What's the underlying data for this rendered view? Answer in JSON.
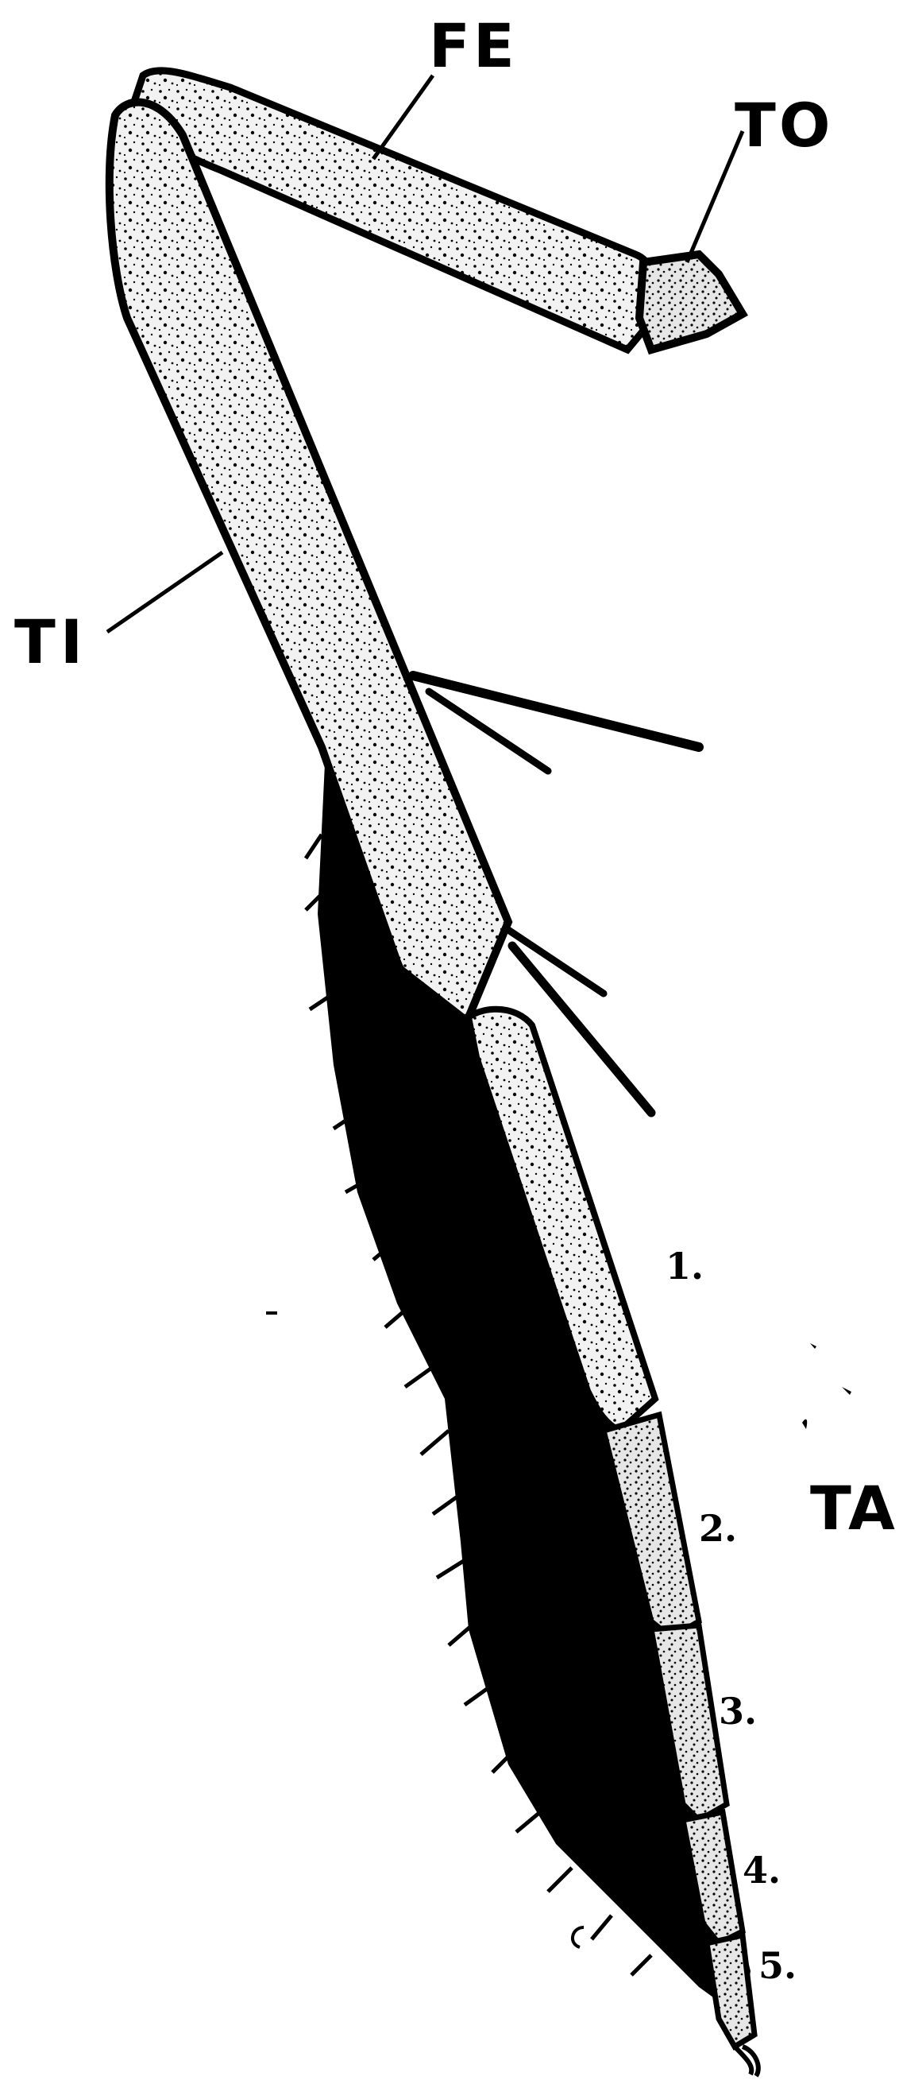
{
  "labels": {
    "femur": "FE",
    "trochanter": "TO",
    "tibia": "TI",
    "tarsus": "TA"
  },
  "tarsal_segments": [
    "1.",
    "2.",
    "3.",
    "4.",
    "5."
  ],
  "colors": {
    "ink": "#000000",
    "paper": "#ffffff",
    "segment_fill": "#ececec"
  }
}
